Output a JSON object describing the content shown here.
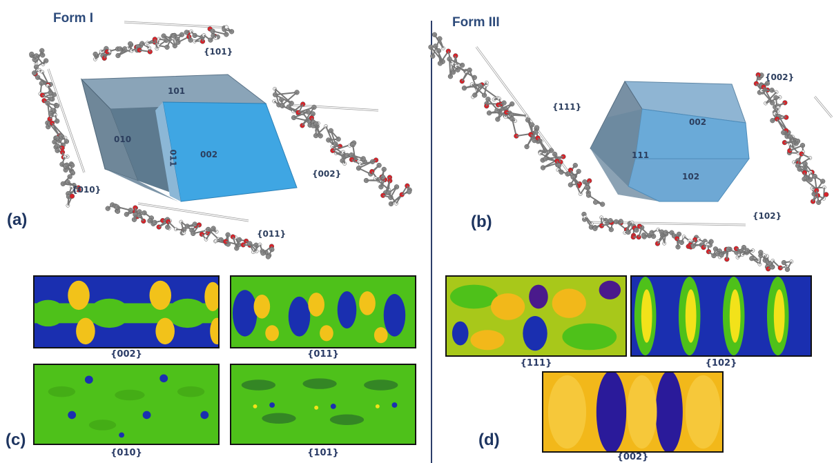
{
  "form_i": {
    "title": "Form I",
    "panel_a": "(a)",
    "panel_c": "(c)",
    "crystal_faces": {
      "f101": "101",
      "f010": "010",
      "f002": "002",
      "f011": "011"
    },
    "molecule_labels": {
      "m101": "{101}",
      "m010": "{010}",
      "m002": "{002}",
      "m011": "{011}"
    },
    "surface_captions": {
      "s002": "{002}",
      "s011": "{011}",
      "s010": "{010}",
      "s101": "{101}"
    }
  },
  "form_iii": {
    "title": "Form III",
    "panel_b": "(b)",
    "panel_d": "(d)",
    "crystal_faces": {
      "f002": "002",
      "f111": "111",
      "f102": "102"
    },
    "molecule_labels": {
      "m111": "{111}",
      "m002": "{002}",
      "m102": "{102}"
    },
    "surface_captions": {
      "s111": "{111}",
      "s102": "{102}",
      "s002": "{002}"
    }
  },
  "colors": {
    "crystal_light": "#3fa6e3",
    "crystal_dark": "#6c8ea6",
    "crystal_mid": "#6aaad8",
    "surface_blue": "#1a2fb0",
    "surface_green": "#4ec11a",
    "surface_yellow": "#f2c21a",
    "surface_purple": "#4a1a8c",
    "atom_carbon": "#8a8a8a",
    "atom_oxygen": "#d8232a",
    "atom_hydrogen": "#f4f4f4",
    "divider": "#2c3e6a",
    "label_text": "#2c4a7a"
  }
}
